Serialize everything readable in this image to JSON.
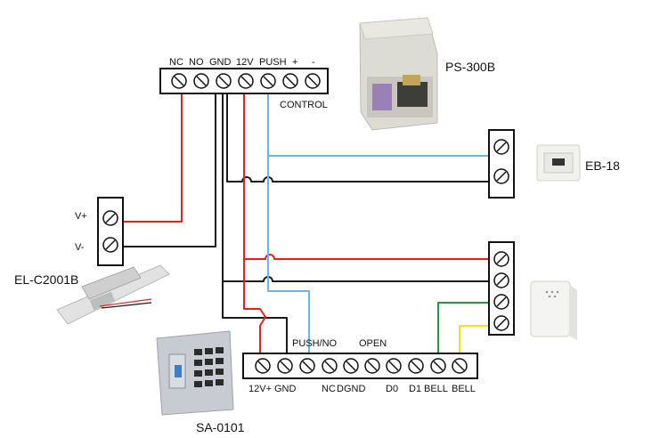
{
  "devices": {
    "power_supply": "PS-300B",
    "exit_button": "EB-18",
    "lock": "EL-C2001B",
    "keypad": "SA-0101"
  },
  "power_supply_block": {
    "terminals": [
      "NC",
      "NO",
      "GND",
      "12V",
      "PUSH",
      "+",
      "-"
    ],
    "caption": "CONTROL"
  },
  "lock_block": {
    "terminals": [
      "V+",
      "V-"
    ]
  },
  "keypad_block": {
    "top_labels": [
      "PUSH/NO",
      "OPEN"
    ],
    "bottom_labels": [
      "12V+",
      "GND",
      "NC",
      "DGND",
      "D0",
      "D1",
      "BELL",
      "BELL"
    ]
  },
  "wire_colors": {
    "red": "#e0241b",
    "black": "#1a1a1a",
    "blue": "#69b7e4",
    "green": "#1e9a3a",
    "yellow": "#f2e21c"
  }
}
